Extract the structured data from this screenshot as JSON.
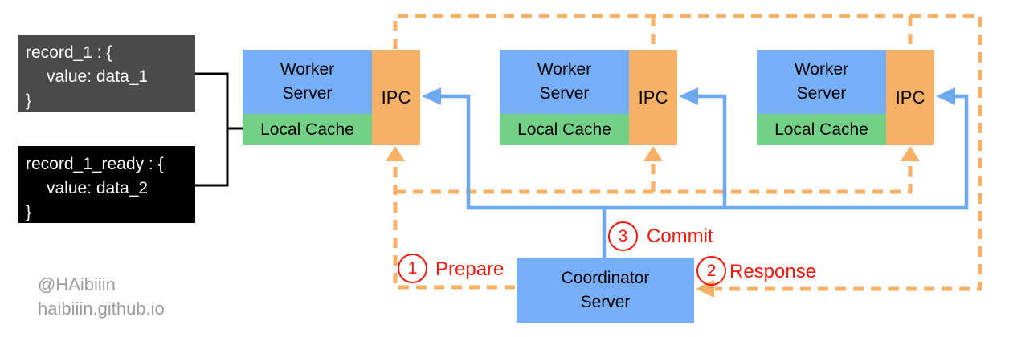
{
  "colors": {
    "box_blue": "#76AFF7",
    "line_blue": "#6FA9F3",
    "green": "#71D287",
    "orange": "#F7B167",
    "red": "#FA150A",
    "record_gray": "#4A4A4A",
    "record_black": "#000000",
    "watermark_gray": "#9B9B9B"
  },
  "records": [
    {
      "line1": "record_1 : {",
      "line2": "value: data_1",
      "line3": "}"
    },
    {
      "line1": "record_1_ready : {",
      "line2": "value: data_2",
      "line3": "}"
    }
  ],
  "workers": [
    {
      "title_line1": "Worker",
      "title_line2": "Server",
      "cache": "Local Cache",
      "ipc": "IPC"
    },
    {
      "title_line1": "Worker",
      "title_line2": "Server",
      "cache": "Local Cache",
      "ipc": "IPC"
    },
    {
      "title_line1": "Worker",
      "title_line2": "Server",
      "cache": "Local Cache",
      "ipc": "IPC"
    }
  ],
  "coordinator": {
    "line1": "Coordinator",
    "line2": "Server"
  },
  "steps": [
    {
      "number": "1",
      "label": "Prepare"
    },
    {
      "number": "2",
      "label": "Response"
    },
    {
      "number": "3",
      "label": "Commit"
    }
  ],
  "watermark": {
    "line1": "@HAibiiin",
    "line2": "haibiiin.github.io"
  }
}
